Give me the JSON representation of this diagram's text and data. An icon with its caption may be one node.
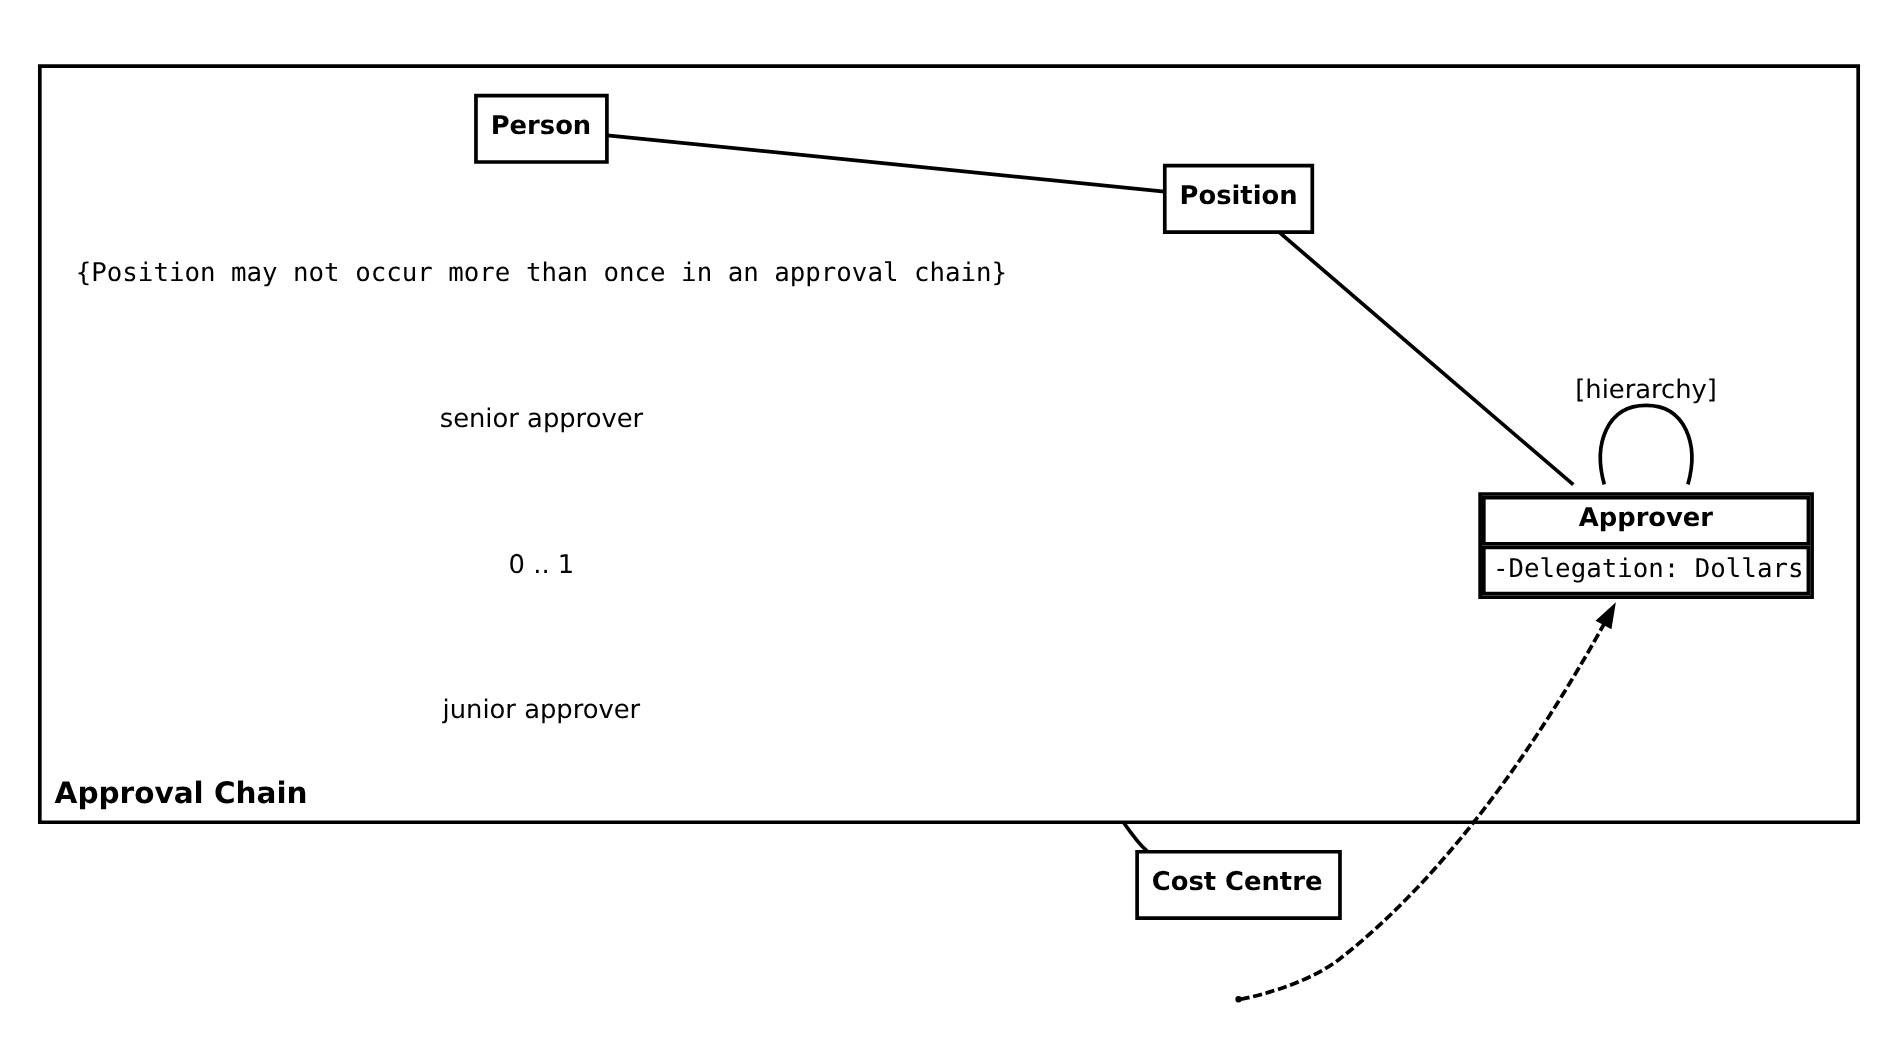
{
  "diagram": {
    "nodes": [
      {
        "text": [
          "Approval Chain"
        ]
      },
      {
        "text": [
          "Person"
        ],
        "in": 0
      },
      {
        "text": [
          "Position"
        ],
        "in": 0
      },
      {
        "text": [
          "Approver",
          "-Delegation: Dollars"
        ],
        "in": 0
      },
      {
        "text": [
          "Cost Centre"
        ]
      }
    ],
    "edges": [
      {
        "from": 1,
        "to": 2,
        "arrow": "none"
      },
      {
        "from": 2,
        "to": 3,
        "arrow": "none"
      },
      {
        "from": 3,
        "to": 3,
        "arrow": "none",
        "label": "[hierarchy]"
      },
      {
        "from": null,
        "to": 3,
        "arrow": "to",
        "style": "dashed"
      },
      {
        "from": 0,
        "to": 4,
        "arrow": "none"
      }
    ],
    "labels": [
      "{Position may not occur more than once in an approval chain}",
      "senior approver",
      "0 .. 1",
      "junior approver"
    ]
  }
}
